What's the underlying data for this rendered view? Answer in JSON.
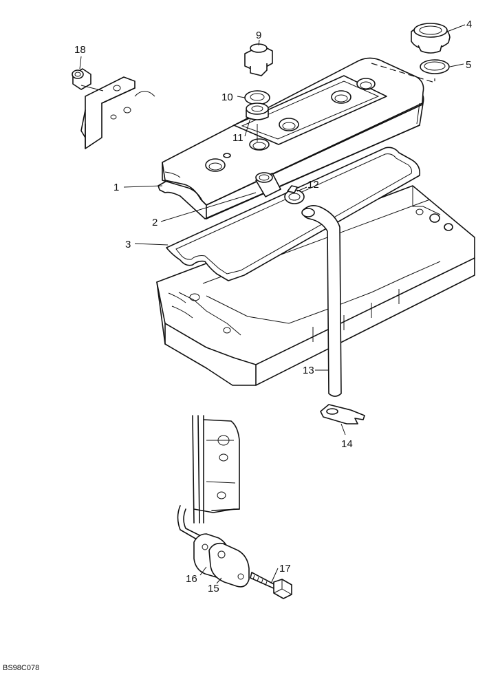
{
  "drawing": {
    "code": "BS98C078",
    "callouts": [
      {
        "id": "c1",
        "label": "1"
      },
      {
        "id": "c2",
        "label": "2"
      },
      {
        "id": "c3",
        "label": "3"
      },
      {
        "id": "c4",
        "label": "4"
      },
      {
        "id": "c5",
        "label": "5"
      },
      {
        "id": "c9",
        "label": "9"
      },
      {
        "id": "c10",
        "label": "10"
      },
      {
        "id": "c11",
        "label": "11"
      },
      {
        "id": "c12",
        "label": "12"
      },
      {
        "id": "c13",
        "label": "13"
      },
      {
        "id": "c14",
        "label": "14"
      },
      {
        "id": "c15",
        "label": "15"
      },
      {
        "id": "c16",
        "label": "16"
      },
      {
        "id": "c17",
        "label": "17"
      },
      {
        "id": "c18",
        "label": "18"
      }
    ]
  }
}
